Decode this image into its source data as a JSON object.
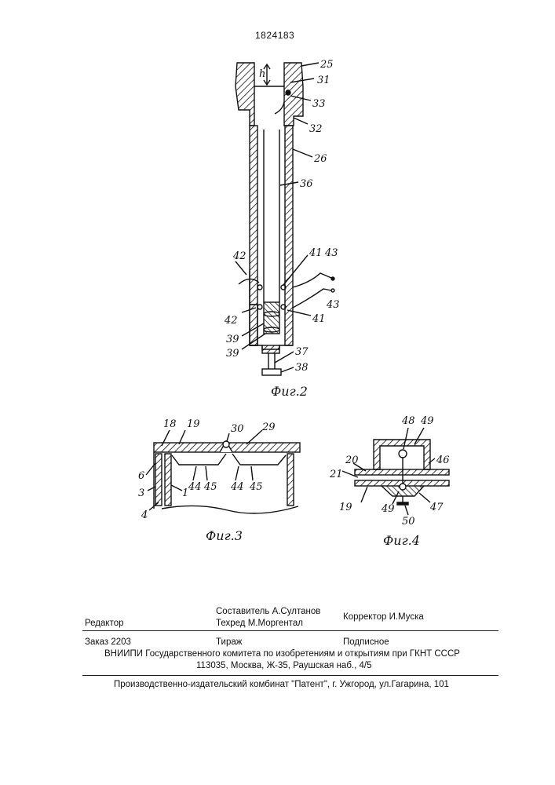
{
  "patent_number": "1824183",
  "figures": {
    "fig2": {
      "caption": "Фиг.2",
      "labels": [
        "h",
        "25",
        "31",
        "33",
        "32",
        "26",
        "36",
        "42",
        "41",
        "43",
        "43",
        "42",
        "41",
        "39",
        "39",
        "37",
        "38"
      ]
    },
    "fig3": {
      "caption": "Фиг.3",
      "labels": [
        "18",
        "19",
        "30",
        "29",
        "6",
        "3",
        "1",
        "4",
        "44",
        "45",
        "44",
        "45"
      ]
    },
    "fig4": {
      "caption": "Фиг.4",
      "labels": [
        "48",
        "49",
        "20",
        "46",
        "21",
        "19",
        "49",
        "50",
        "47"
      ]
    }
  },
  "imprint": {
    "editor": "Редактор",
    "compiler": "Составитель  А.Султанов",
    "techred": "Техред М.Моргентал",
    "corrector": "Корректор  И.Муска",
    "order": "Заказ  2203",
    "circulation": "Тираж",
    "subscription": "Подписное",
    "vniipi": "ВНИИПИ Государственного комитета по изобретениям и открытиям при ГКНТ СССР",
    "address": "113035, Москва, Ж-35, Раушская наб., 4/5",
    "publisher": "Производственно-издательский комбинат \"Патент\", г. Ужгород, ул.Гагарина, 101"
  }
}
